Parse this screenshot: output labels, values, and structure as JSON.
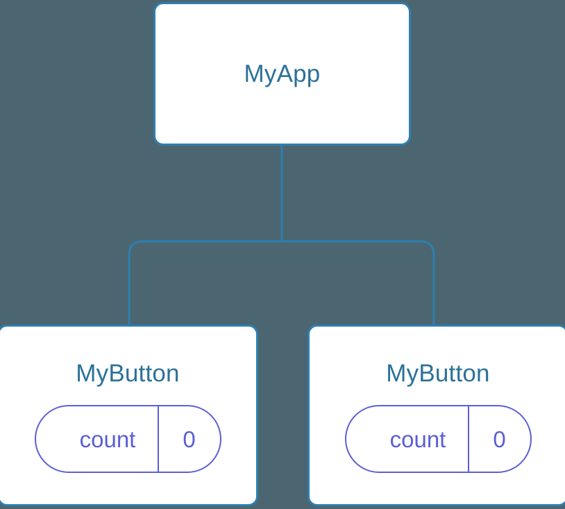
{
  "diagram": {
    "title": "component-tree",
    "background_color": "#4b6670",
    "node_border_color": "#2e7fb0",
    "node_title_color": "#2c7199",
    "state_accent_color": "#5b5fd6",
    "edge_color": "#2e7fb0"
  },
  "nodes": {
    "root": {
      "label": "MyApp"
    },
    "children": [
      {
        "label": "MyButton",
        "state": {
          "key": "count",
          "value": "0"
        }
      },
      {
        "label": "MyButton",
        "state": {
          "key": "count",
          "value": "0"
        }
      }
    ]
  }
}
